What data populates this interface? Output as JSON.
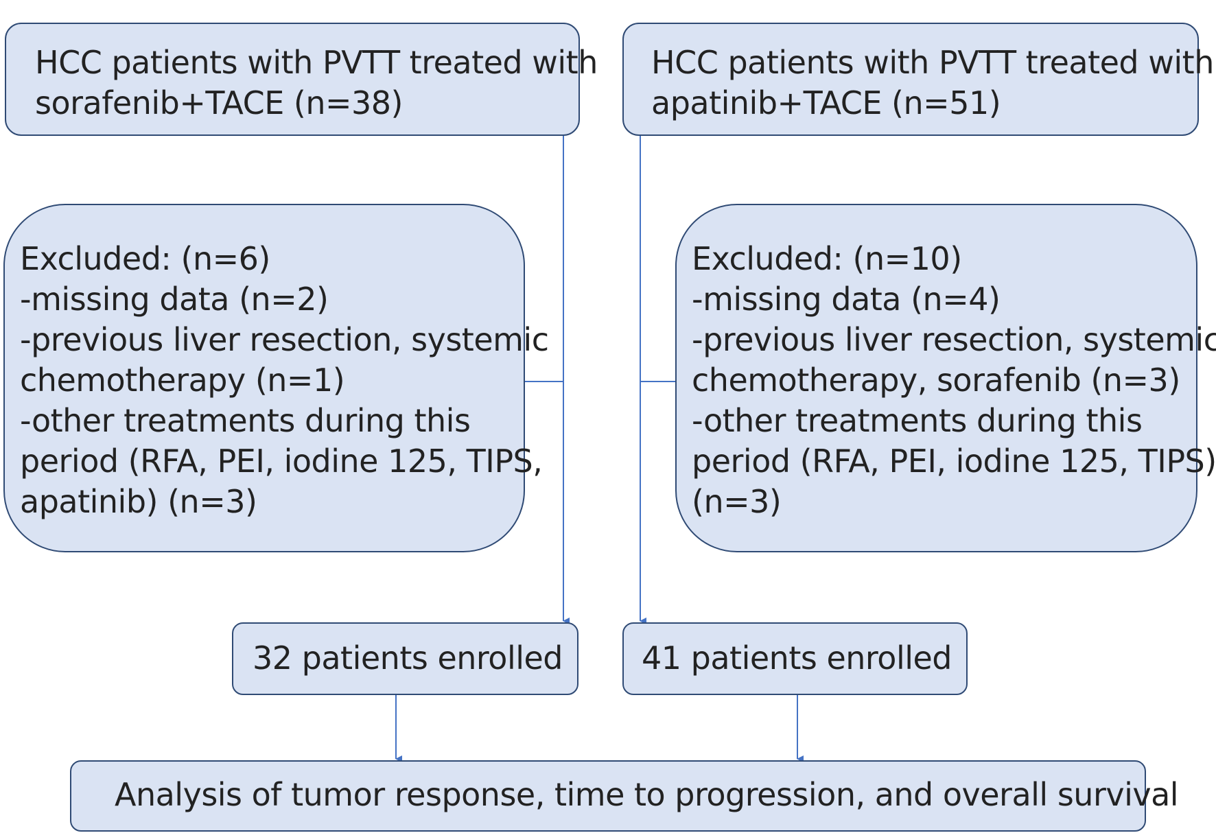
{
  "arms": [
    {
      "treatment": [
        "HCC patients with PVTT treated with",
        "sorafenib+TACE (n=38)"
      ],
      "excluded": [
        "Excluded: (n=6)",
        "-missing data (n=2)",
        "-previous liver resection, systemic",
        "chemotherapy (n=1)",
        "-other treatments during this",
        "period (RFA, PEI, iodine 125, TIPS,",
        "apatinib) (n=3)"
      ],
      "enrolled": "32 patients enrolled"
    },
    {
      "treatment": [
        "HCC patients with PVTT treated with",
        "apatinib+TACE (n=51)"
      ],
      "excluded": [
        "Excluded: (n=10)",
        "-missing data (n=4)",
        "-previous liver resection, systemic",
        "chemotherapy, sorafenib (n=3)",
        "-other treatments during this",
        "period (RFA, PEI, iodine 125, TIPS)",
        "(n=3)"
      ],
      "enrolled": "41 patients enrolled"
    }
  ],
  "analysis": "Analysis of tumor response, time to progression, and overall survival",
  "colors": {
    "box_fill": "#dae3f3",
    "box_border": "#2f4a74",
    "arrow": "#4472c4",
    "text": "#222222"
  }
}
